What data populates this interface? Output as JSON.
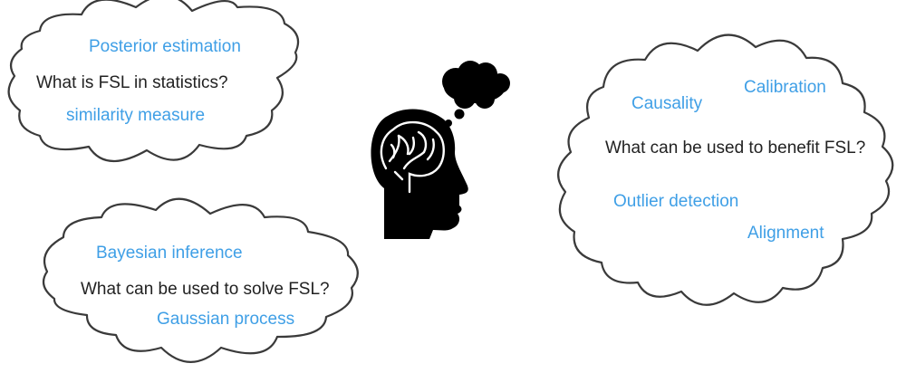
{
  "clouds": {
    "statistics": {
      "question": "What is FSL in statistics?",
      "keywords": [
        "Posterior estimation",
        "similarity measure"
      ]
    },
    "solve": {
      "question": "What can be used to solve FSL?",
      "keywords": [
        "Bayesian inference",
        "Gaussian process"
      ]
    },
    "benefit": {
      "question": "What can be used to benefit FSL?",
      "keywords": [
        "Causality",
        "Calibration",
        "Outlier detection",
        "Alignment"
      ]
    }
  },
  "colors": {
    "keyword": "#3f9fe6",
    "question": "#222222",
    "outline": "#3a3a3a",
    "head": "#000000"
  },
  "icons": [
    "head-with-brain-icon",
    "thought-bubble-icon"
  ]
}
